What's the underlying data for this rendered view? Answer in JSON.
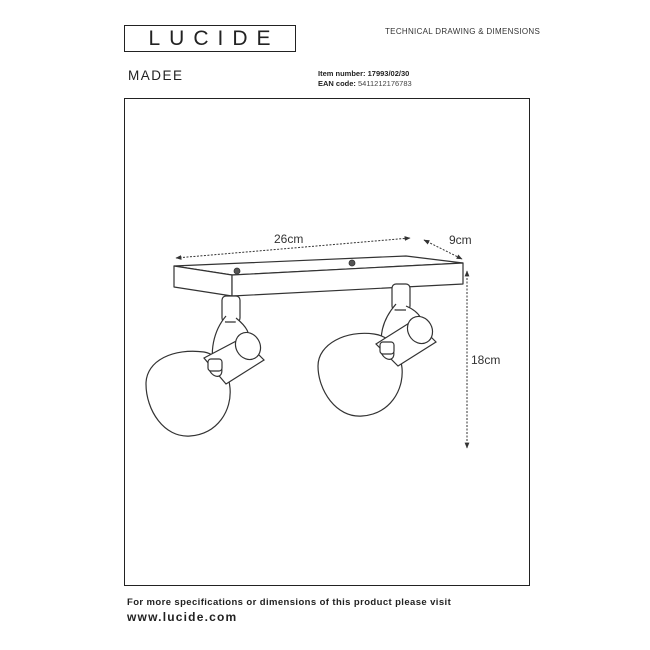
{
  "brand": {
    "logo_text": "LUCIDE"
  },
  "header": {
    "doc_type": "TECHNICAL DRAWING & DIMENSIONS"
  },
  "product": {
    "name": "MADEE",
    "item_number_label": "Item number:",
    "item_number": "17993/02/30",
    "ean_label": "EAN code:",
    "ean": "5411212176783"
  },
  "dimensions": {
    "length": "26cm",
    "depth": "9cm",
    "height": "18cm"
  },
  "footer": {
    "note": "For more specifications or dimensions of this product please visit",
    "url": "www.lucide.com"
  }
}
